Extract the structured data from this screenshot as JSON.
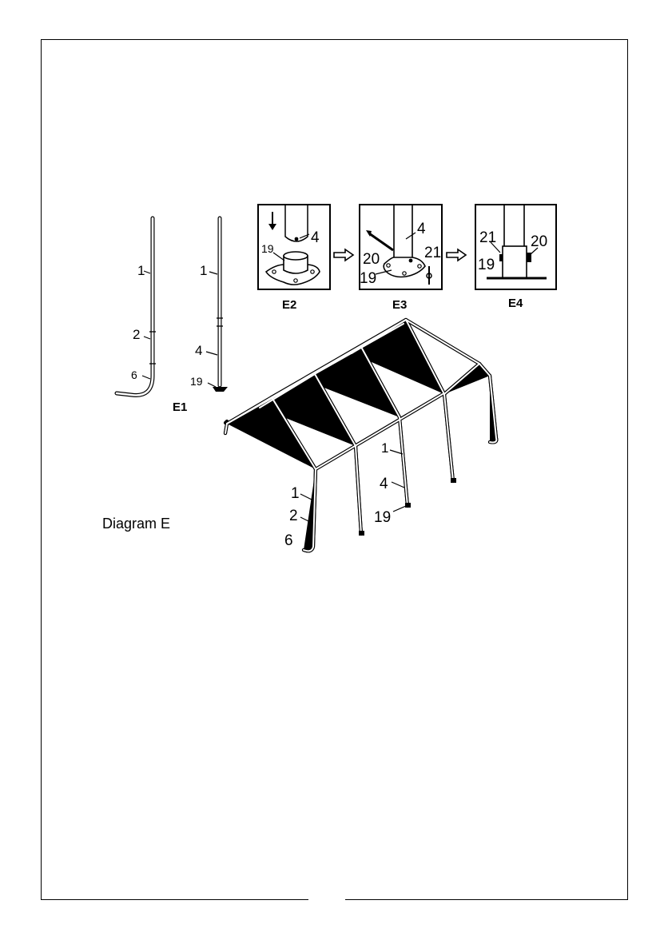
{
  "diagram_title": "Diagram E",
  "figures": {
    "e1": "E1",
    "e2": "E2",
    "e3": "E3",
    "e4": "E4"
  },
  "part_labels": {
    "p1": "1",
    "p2": "2",
    "p4": "4",
    "p6": "6",
    "p19": "19",
    "p20": "20",
    "p21": "21"
  }
}
